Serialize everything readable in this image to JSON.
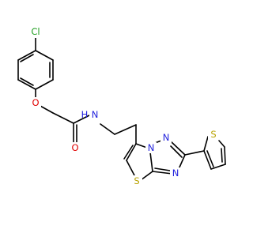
{
  "molecule": {
    "atoms": {
      "cl": "Cl",
      "o_ether": "O",
      "o_carbonyl": "O",
      "nh_amide": "N",
      "h_amide": "H",
      "s_thiazole": "S",
      "n_bridge": "N",
      "n_triazole_a": "N",
      "n_triazole_b": "N",
      "s_thiophene": "S"
    },
    "colors": {
      "chlorine": "#1E9E1E",
      "oxygen": "#E00000",
      "nitrogen": "#2222DD",
      "sulfur": "#B8A200",
      "carbon_bond": "#000000",
      "background": "#FFFFFF"
    }
  }
}
